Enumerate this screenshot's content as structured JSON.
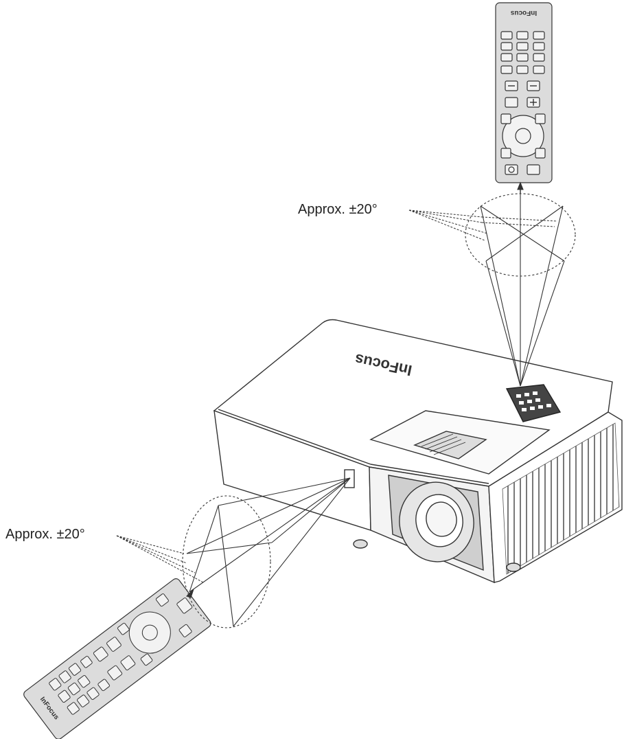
{
  "labels": {
    "top_angle": "Approx. ±20°",
    "front_angle": "Approx. ±20°"
  },
  "logos": {
    "projector_brand": "InFocus",
    "remote_brand": "InFocus"
  },
  "colors": {
    "line": "#333333",
    "remote_fill": "#dcdcdc",
    "projector_fill": "#ffffff"
  }
}
